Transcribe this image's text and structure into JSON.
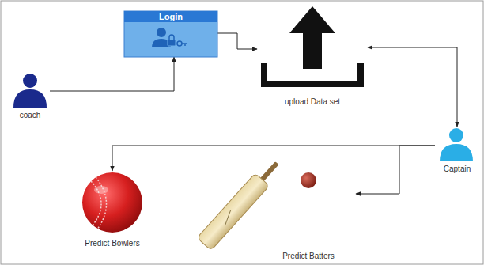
{
  "diagram": {
    "nodes": [
      {
        "text": [
          "Login"
        ]
      },
      {
        "text": [
          "upload Data set"
        ]
      },
      {
        "text": [
          "coach"
        ]
      },
      {
        "text": [
          "Captain"
        ]
      },
      {
        "text": [
          "Predict Bowlers"
        ]
      },
      {
        "text": [
          "Predict Batters"
        ]
      }
    ],
    "edges": [
      {
        "from": 2,
        "to": 0,
        "arrow": "to"
      },
      {
        "from": 0,
        "to": 1,
        "arrow": "to"
      },
      {
        "from": 1,
        "to": 3,
        "arrow": "both"
      },
      {
        "from": 3,
        "to": 4,
        "arrow": "to"
      },
      {
        "from": 3,
        "to": 5,
        "arrow": "to"
      }
    ]
  }
}
